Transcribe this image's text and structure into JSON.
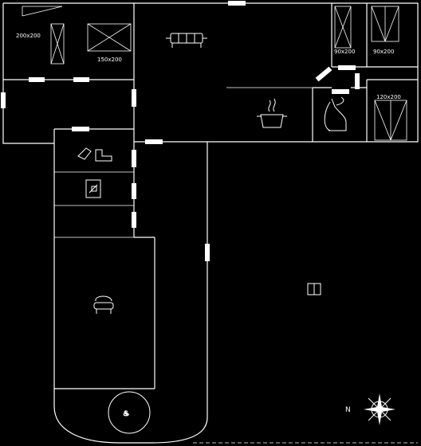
{
  "rooms": {
    "bedroom_1_size": "200x200",
    "bedroom_2_size": "150x200",
    "bunk_a_size": "90x200",
    "bunk_b_size": "90x200",
    "bunk_c_size": "120x200"
  },
  "compass": {
    "north_label": "N"
  },
  "icons": [
    "sofa-icon",
    "cooking-pot-icon",
    "toilet-icon",
    "wc-icon",
    "washbasin-icon",
    "hot-tub-icon",
    "sauna-heater-icon",
    "terrace-table-icon",
    "compass-rose-icon"
  ]
}
